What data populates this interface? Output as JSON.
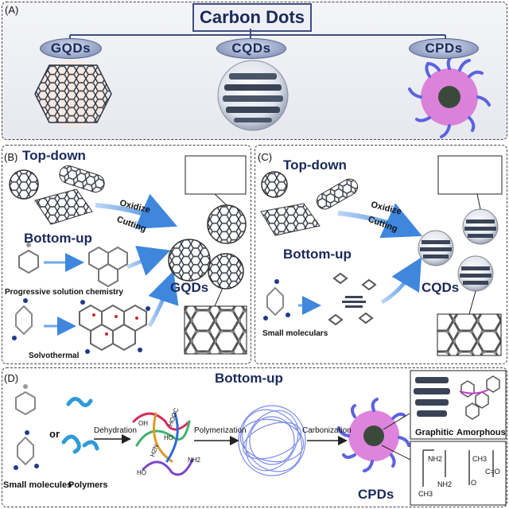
{
  "panel_a": {
    "label": "(A)",
    "title": "Carbon Dots",
    "types": [
      "GQDs",
      "CQDs",
      "CPDs"
    ]
  },
  "panel_b": {
    "label": "(B)",
    "top_down": "Top-down",
    "bottom_up": "Bottom-up",
    "oxidize": "Oxidize",
    "cutting": "Cutting",
    "method1": "Progressive solution chemistry",
    "method2": "Solvothermal",
    "product": "GQDs"
  },
  "panel_c": {
    "label": "(C)",
    "top_down": "Top-down",
    "bottom_up": "Bottom-up",
    "oxidize": "Oxidize",
    "cutting": "Cutting",
    "precursor": "Small moleculars",
    "product": "CQDs"
  },
  "panel_d": {
    "label": "(D)",
    "title": "Bottom-up",
    "or": "or",
    "small_molecules": "Small molecules",
    "polymers": "Polymers",
    "step1": "Dehydration",
    "step2": "Polymerization",
    "step3": "Carbonization",
    "product": "CPDs",
    "core1": "Graphitic",
    "core2": "Amorphous",
    "chem_hooc": "HOOC",
    "chem_ho": "HO",
    "chem_h2n": "H2N",
    "chem_nh2": "NH2",
    "chem_oh": "OH",
    "chem_ho2": "HO",
    "chem_s1": "NH2",
    "chem_s2": "NH2",
    "chem_s3": "CH3",
    "chem_s4": "O",
    "chem_s5": "C=O",
    "chem_s6": "CH3"
  },
  "colors": {
    "navy": "#1b2a5a",
    "arrow": "#4a8fe0",
    "shell": "#7b4fd8",
    "hex": "#3a4150"
  }
}
